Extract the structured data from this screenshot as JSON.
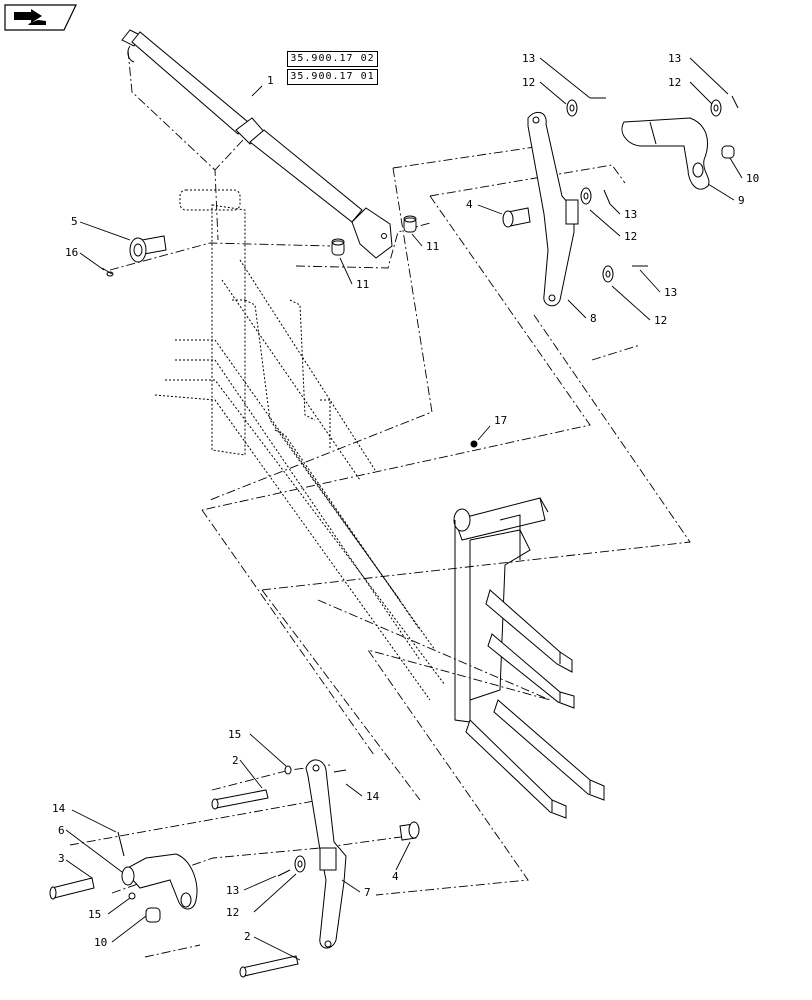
{
  "nav": {
    "icon": "next-page-arrow-icon"
  },
  "references": [
    "35.900.17 02",
    "35.900.17 01"
  ],
  "callouts": {
    "c1": "1",
    "c2a": "2",
    "c2b": "2",
    "c3": "3",
    "c4a": "4",
    "c4b": "4",
    "c5": "5",
    "c6": "6",
    "c7": "7",
    "c8": "8",
    "c9": "9",
    "c10a": "10",
    "c10b": "10",
    "c11a": "11",
    "c11b": "11",
    "c12a": "12",
    "c12b": "12",
    "c12c": "12",
    "c12d": "12",
    "c12e": "12",
    "c13a": "13",
    "c13b": "13",
    "c13c": "13",
    "c13d": "13",
    "c13e": "13",
    "c14a": "14",
    "c14b": "14",
    "c15a": "15",
    "c15b": "15",
    "c16": "16",
    "c17": "17"
  }
}
